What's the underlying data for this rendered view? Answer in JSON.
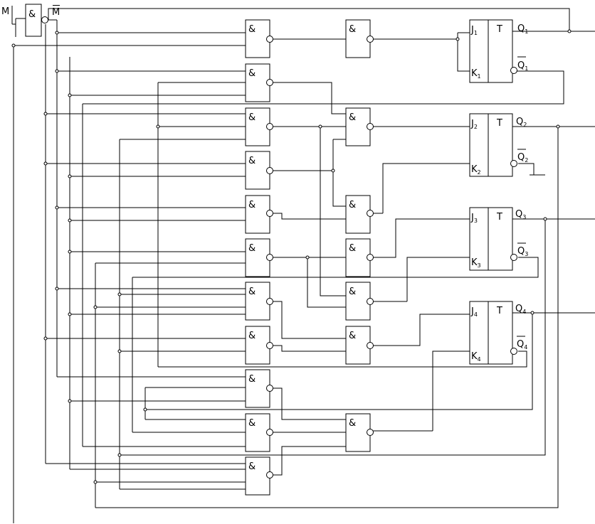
{
  "diagram": {
    "inputs": {
      "m": "M",
      "m_bar": "M"
    },
    "gate_symbol": "&",
    "flipflops": [
      {
        "j": "J",
        "k": "K",
        "t": "T",
        "q": "Q",
        "qbar": "Q",
        "index": "1"
      },
      {
        "j": "J",
        "k": "K",
        "t": "T",
        "q": "Q",
        "qbar": "Q",
        "index": "2"
      },
      {
        "j": "J",
        "k": "K",
        "t": "T",
        "q": "Q",
        "qbar": "Q",
        "index": "3"
      },
      {
        "j": "J",
        "k": "K",
        "t": "T",
        "q": "Q",
        "qbar": "Q",
        "index": "4"
      }
    ]
  }
}
